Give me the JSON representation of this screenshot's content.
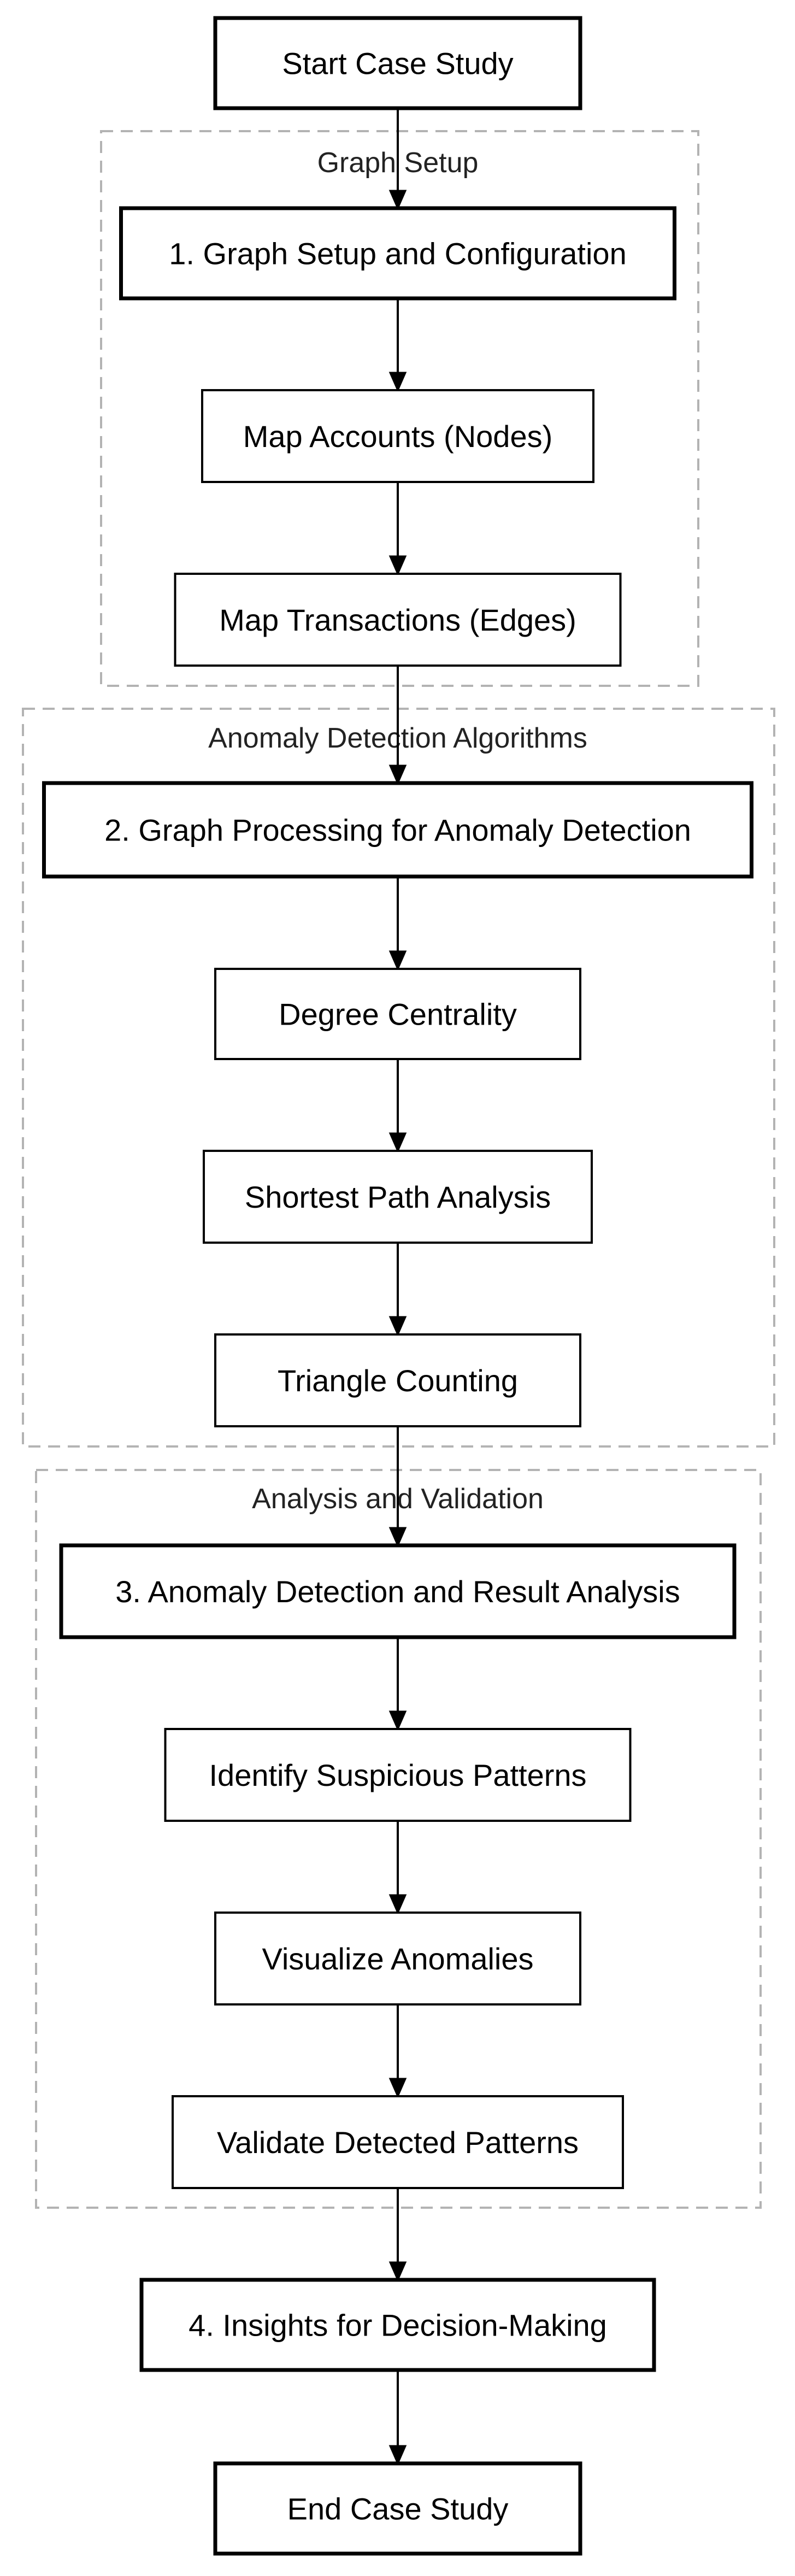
{
  "clusters": [
    {
      "id": "setup",
      "label": "Graph Setup"
    },
    {
      "id": "algorithms",
      "label": "Anomaly Detection Algorithms"
    },
    {
      "id": "analysis",
      "label": "Analysis and Validation"
    }
  ],
  "nodes": [
    {
      "id": "start",
      "label": "Start Case Study",
      "major": true
    },
    {
      "id": "setup_config",
      "label": "1. Graph Setup and Configuration",
      "major": true
    },
    {
      "id": "map_accounts",
      "label": "Map Accounts (Nodes)",
      "major": false
    },
    {
      "id": "map_transactions",
      "label": "Map Transactions (Edges)",
      "major": false
    },
    {
      "id": "graph_processing",
      "label": "2. Graph Processing for Anomaly Detection",
      "major": true
    },
    {
      "id": "degree_centrality",
      "label": "Degree Centrality",
      "major": false
    },
    {
      "id": "shortest_path",
      "label": "Shortest Path Analysis",
      "major": false
    },
    {
      "id": "triangle_counting",
      "label": "Triangle Counting",
      "major": false
    },
    {
      "id": "result_analysis",
      "label": "3. Anomaly Detection and Result Analysis",
      "major": true
    },
    {
      "id": "suspicious_patterns",
      "label": "Identify Suspicious Patterns",
      "major": false
    },
    {
      "id": "visualize_anomalies",
      "label": "Visualize Anomalies",
      "major": false
    },
    {
      "id": "validate_patterns",
      "label": "Validate Detected Patterns",
      "major": false
    },
    {
      "id": "insights",
      "label": "4. Insights for Decision-Making",
      "major": true
    },
    {
      "id": "end",
      "label": "End Case Study",
      "major": true
    }
  ],
  "edges": [
    [
      "start",
      "setup_config"
    ],
    [
      "setup_config",
      "map_accounts"
    ],
    [
      "map_accounts",
      "map_transactions"
    ],
    [
      "map_transactions",
      "graph_processing"
    ],
    [
      "graph_processing",
      "degree_centrality"
    ],
    [
      "degree_centrality",
      "shortest_path"
    ],
    [
      "shortest_path",
      "triangle_counting"
    ],
    [
      "triangle_counting",
      "result_analysis"
    ],
    [
      "result_analysis",
      "suspicious_patterns"
    ],
    [
      "suspicious_patterns",
      "visualize_anomalies"
    ],
    [
      "visualize_anomalies",
      "validate_patterns"
    ],
    [
      "validate_patterns",
      "insights"
    ],
    [
      "insights",
      "end"
    ]
  ]
}
